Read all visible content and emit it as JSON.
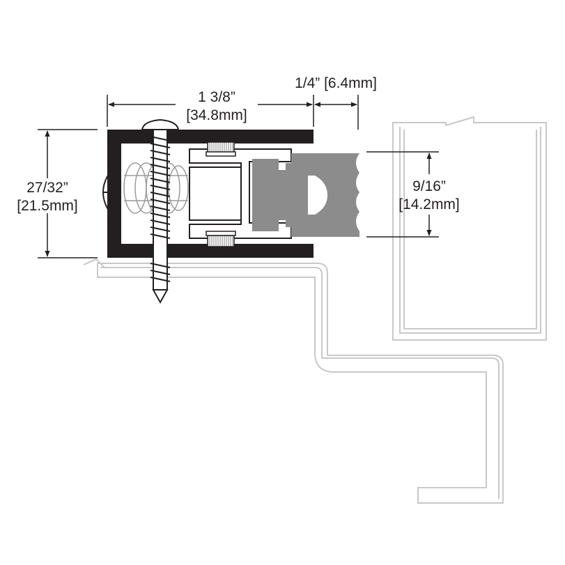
{
  "dimensions": {
    "width_in": "1 3/8”",
    "width_mm": "[34.8mm]",
    "offset_full": "1/4” [6.4mm]",
    "height_in": "27/32”",
    "height_mm": "[21.5mm]",
    "seal_in": "9/16”",
    "seal_mm": "[14.2mm]"
  },
  "colors": {
    "housing": "#231f20",
    "frame_outline": "#c8c8c8",
    "seal_fill": "#8c8c8c",
    "screw_ghost": "#9a9a9a",
    "brush": "#b4b4b4",
    "dimension_line": "#231f20"
  }
}
